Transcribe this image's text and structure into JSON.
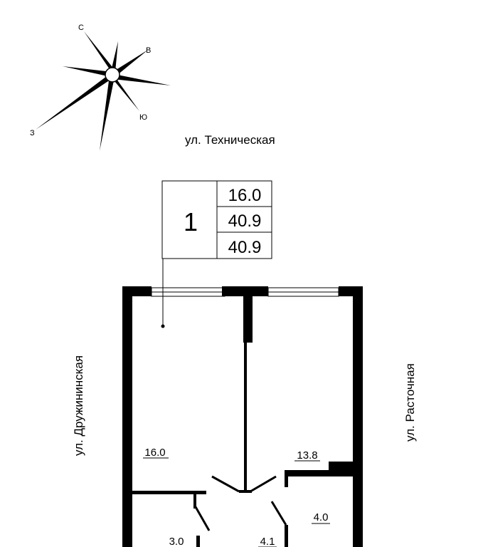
{
  "compass": {
    "north": "С",
    "east": "В",
    "south": "Ю",
    "west": "З"
  },
  "streets": {
    "top": "ул. Техническая",
    "left": "ул. Дружининская",
    "right": "ул. Расточная"
  },
  "apartment_box": {
    "number": "1",
    "living_area": "16.0",
    "total_area": "40.9",
    "total_area_with_balcony": "40.9"
  },
  "rooms": [
    {
      "area": "16.0"
    },
    {
      "area": "13.8"
    },
    {
      "area": "4.0"
    },
    {
      "area": "3.0"
    },
    {
      "area": "4.1"
    }
  ],
  "colors": {
    "wall": "#000000",
    "background": "#ffffff"
  }
}
